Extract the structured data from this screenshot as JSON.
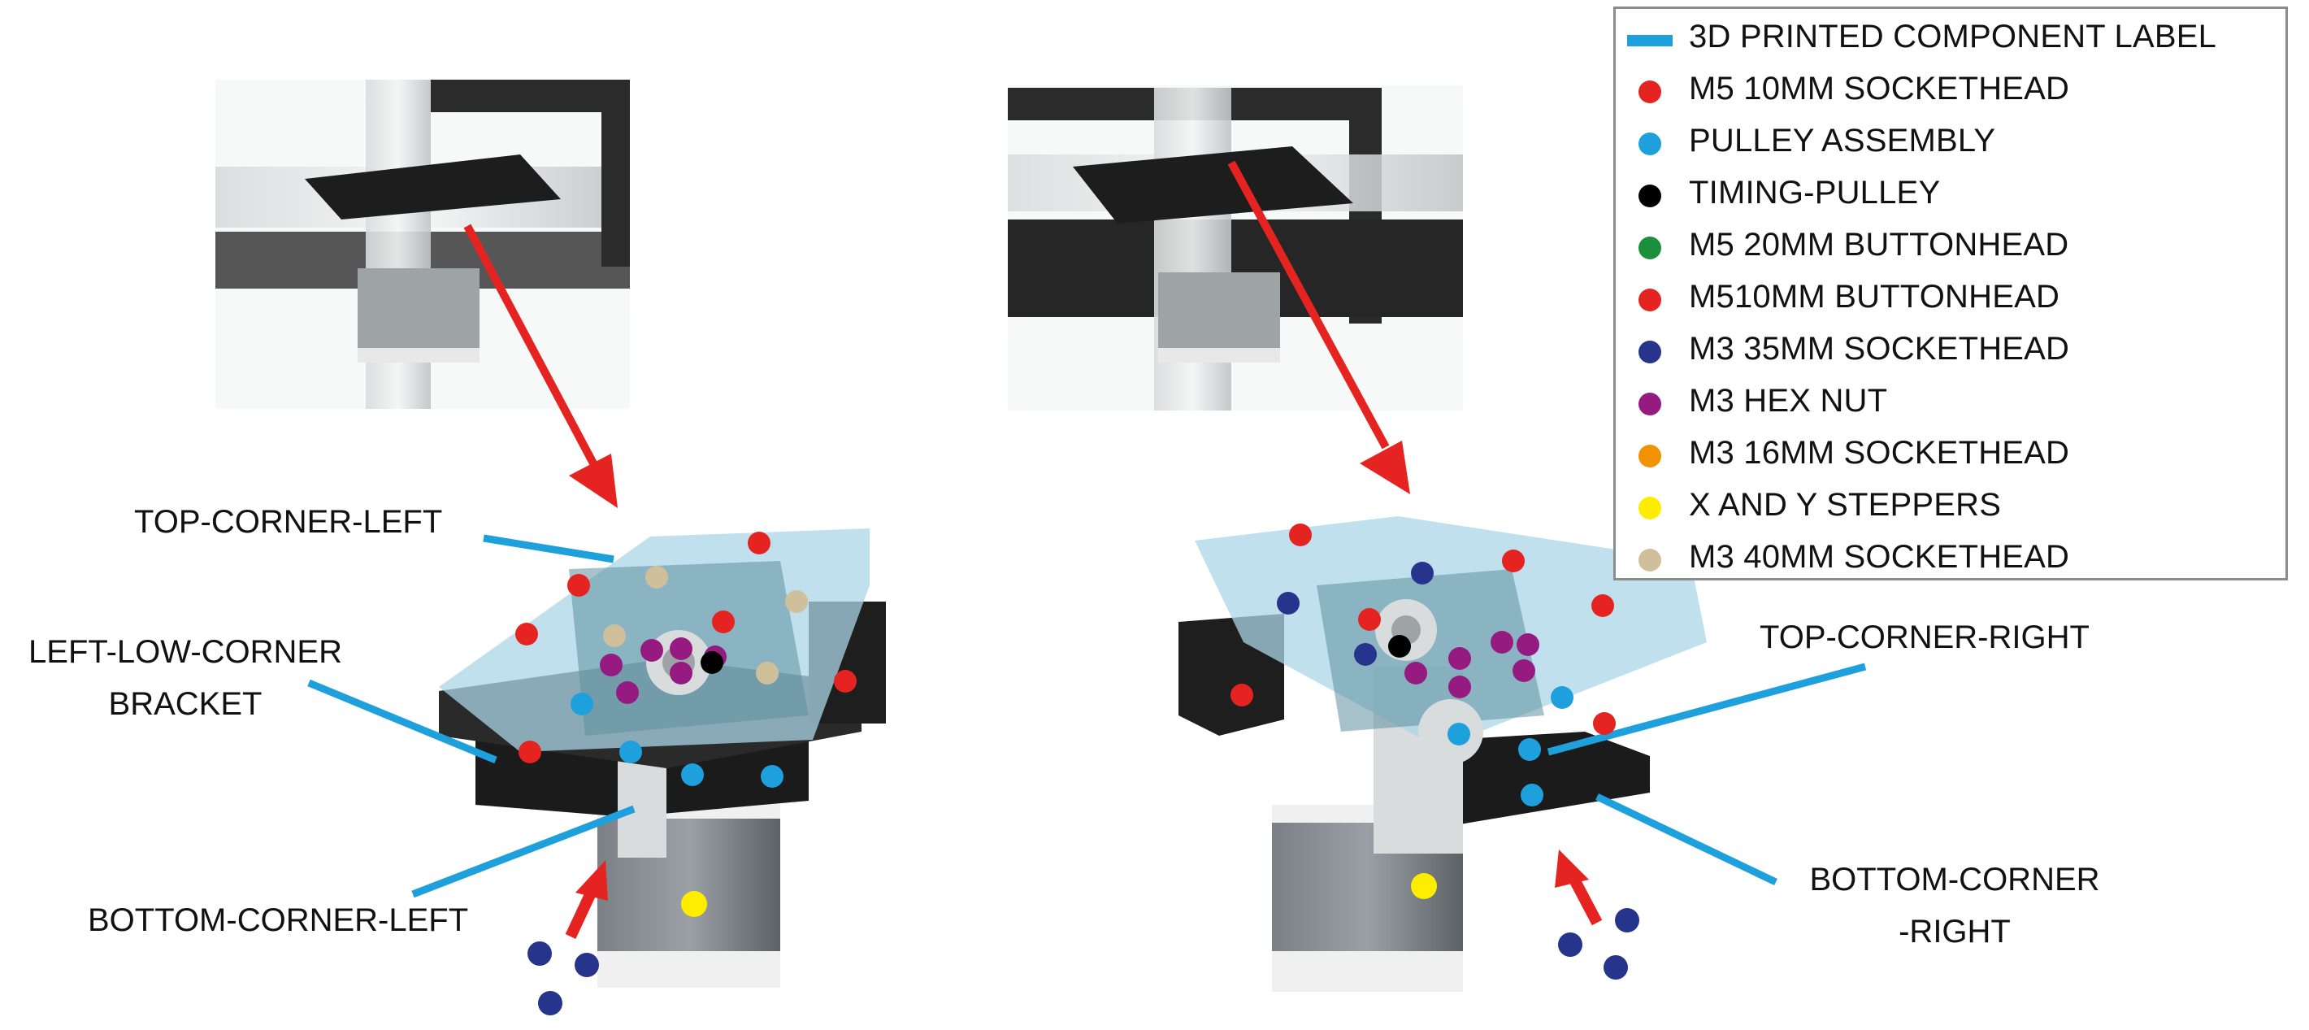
{
  "legend": {
    "items": [
      {
        "label": "3D PRINTED COMPONENT LABEL",
        "color": "#1ea0dc",
        "marker": "bar"
      },
      {
        "label": "M5 10MM SOCKETHEAD",
        "color": "#e52421",
        "marker": "dot"
      },
      {
        "label": "PULLEY ASSEMBLY",
        "color": "#1ea0dc",
        "marker": "dot"
      },
      {
        "label": "TIMING-PULLEY",
        "color": "#000000",
        "marker": "dot"
      },
      {
        "label": "M5 20MM BUTTONHEAD",
        "color": "#1a8f3c",
        "marker": "dot"
      },
      {
        "label": "M510MM BUTTONHEAD",
        "color": "#e52421",
        "marker": "dot"
      },
      {
        "label": "M3 35MM SOCKETHEAD",
        "color": "#27348b",
        "marker": "dot"
      },
      {
        "label": "M3 HEX NUT",
        "color": "#951b81",
        "marker": "dot"
      },
      {
        "label": "M3 16MM SOCKETHEAD",
        "color": "#f39200",
        "marker": "dot"
      },
      {
        "label": "X AND Y STEPPERS",
        "color": "#ffed00",
        "marker": "dot"
      },
      {
        "label": "M3 40MM SOCKETHEAD",
        "color": "#cfc09b",
        "marker": "dot"
      }
    ]
  },
  "labels": {
    "top_corner_left": "TOP-CORNER-LEFT",
    "left_low_corner_line1": "LEFT-LOW-CORNER",
    "left_low_corner_line2": "BRACKET",
    "bottom_corner_left": "BOTTOM-CORNER-LEFT",
    "top_corner_right": "TOP-CORNER-RIGHT",
    "bottom_corner_right_line1": "BOTTOM-CORNER",
    "bottom_corner_right_line2": "-RIGHT"
  },
  "colors": {
    "label_line": "#1ea0dc",
    "arrow": "#e52421",
    "printed_part": "#a9d6e5",
    "bracket": "#1b1b1b",
    "stepper": "#6e7378",
    "extrusion": "#2a2a2a"
  }
}
